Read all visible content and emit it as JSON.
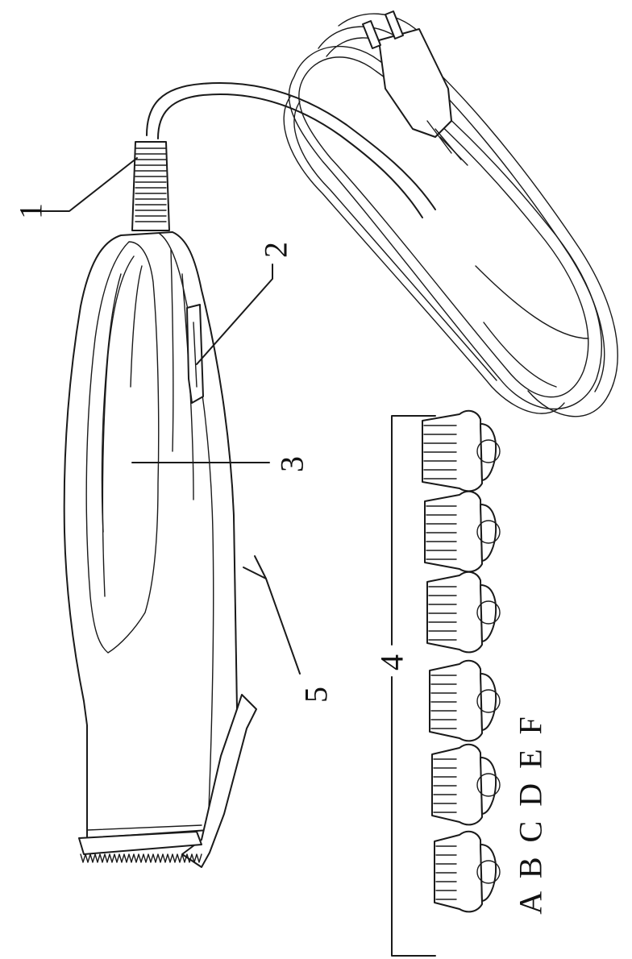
{
  "callouts": {
    "c1": "1",
    "c2": "2",
    "c3": "3",
    "c4": "4",
    "c5": "5"
  },
  "comb_sizes": "A B C D E F",
  "colors": {
    "line": "#1a1a1a",
    "background": "#ffffff"
  }
}
